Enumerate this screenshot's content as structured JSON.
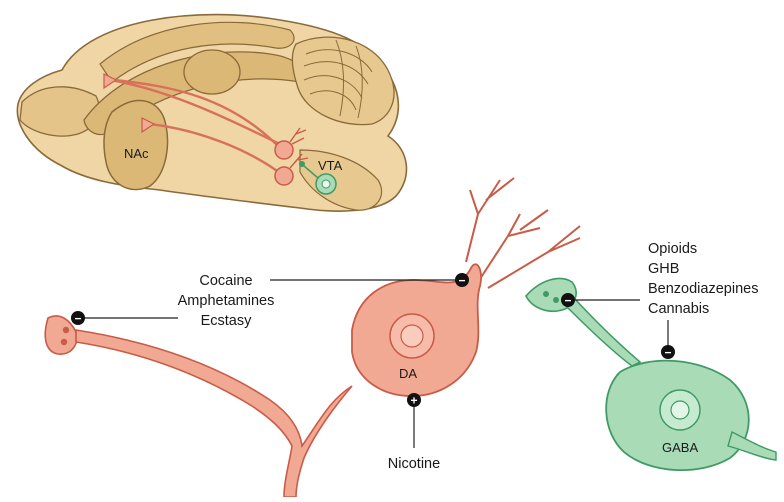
{
  "labels": {
    "nac": "NAc",
    "vta": "VTA",
    "da": "DA",
    "gaba": "GABA",
    "nicotine": "Nicotine"
  },
  "stimulant_drugs": [
    "Cocaine",
    "Amphetamines",
    "Ecstasy"
  ],
  "inhibitory_drugs": [
    "Opioids",
    "GHB",
    "Benzodiazepines",
    "Cannabis"
  ],
  "symbols": {
    "inhibit": "−",
    "excite": "+"
  },
  "colors": {
    "brain_fill": "#efd6a4",
    "brain_dark": "#dcb877",
    "brain_outline": "#8a6a3a",
    "da_neuron": "#f2a994",
    "da_outline": "#c85c48",
    "gaba_neuron": "#a9dcb6",
    "gaba_outline": "#3f9a63"
  }
}
